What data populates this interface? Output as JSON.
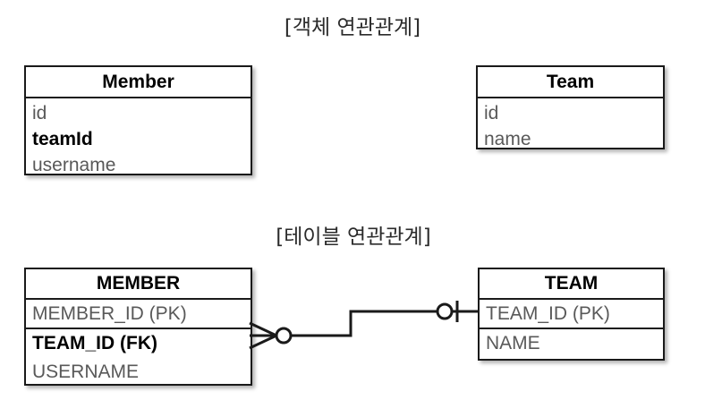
{
  "diagram": {
    "type": "er-diagram",
    "background_color": "#ffffff",
    "line_color": "#1a1a1a",
    "muted_text_color": "#595959",
    "sections": [
      {
        "title": "[객체 연관관계]",
        "model": "object"
      },
      {
        "title": "[테이블 연관관계]",
        "model": "table"
      }
    ]
  },
  "object_model": {
    "title": "[객체 연관관계]",
    "entities": [
      {
        "name": "Member",
        "fields": [
          {
            "label": "id",
            "emphasis": false
          },
          {
            "label": "teamId",
            "emphasis": true
          },
          {
            "label": "username",
            "emphasis": false
          }
        ]
      },
      {
        "name": "Team",
        "fields": [
          {
            "label": "id",
            "emphasis": false
          },
          {
            "label": "name",
            "emphasis": false
          }
        ]
      }
    ]
  },
  "table_model": {
    "title": "[테이블 연관관계]",
    "entities": [
      {
        "name": "MEMBER",
        "fields": [
          {
            "label": "MEMBER_ID (PK)",
            "emphasis": false
          },
          {
            "label": "TEAM_ID (FK)",
            "emphasis": true
          },
          {
            "label": "USERNAME",
            "emphasis": false
          }
        ]
      },
      {
        "name": "TEAM",
        "fields": [
          {
            "label": "TEAM_ID (PK)",
            "emphasis": false
          },
          {
            "label": "NAME",
            "emphasis": false
          }
        ]
      }
    ],
    "relationship": {
      "from": "MEMBER",
      "from_field": "TEAM_ID (FK)",
      "from_cardinality": "many-optional",
      "to": "TEAM",
      "to_field": "TEAM_ID (PK)",
      "to_cardinality": "one-optional",
      "notation": "crows-foot"
    }
  }
}
